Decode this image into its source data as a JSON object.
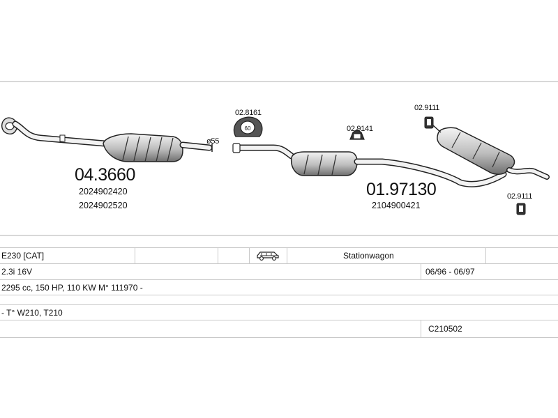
{
  "parts": {
    "cat_converter": {
      "number": "04.3660",
      "oem": [
        "2024902420",
        "2024902520"
      ]
    },
    "pipe_diameter": "ø55",
    "rubber_mount": {
      "number": "02.8161",
      "size": "60"
    },
    "hanger_a": {
      "number": "02.9141"
    },
    "hanger_b": {
      "number": "02.9111"
    },
    "hanger_c": {
      "number": "02.9111"
    },
    "rear_silencer": {
      "number": "01.97130",
      "oem": [
        "2104900421"
      ]
    }
  },
  "vehicle": {
    "model": "E230  [CAT]",
    "body_type": "Stationwagon",
    "body_icon": "station-wagon-car-icon",
    "engine": "2.3i 16V",
    "years": "06/96 - 06/97",
    "specs": "2295 cc, 150 HP, 110 KW M° 111970 -",
    "type_code": "- T° W210, T210",
    "catalog_code": "C210502"
  },
  "colors": {
    "line": "#222222",
    "fill_light": "#eeeeee",
    "fill_mid": "#cfcfcf",
    "fill_dark": "#8a8a8a",
    "frame": "#d8d8d8",
    "table_border": "#c9c9c9"
  }
}
